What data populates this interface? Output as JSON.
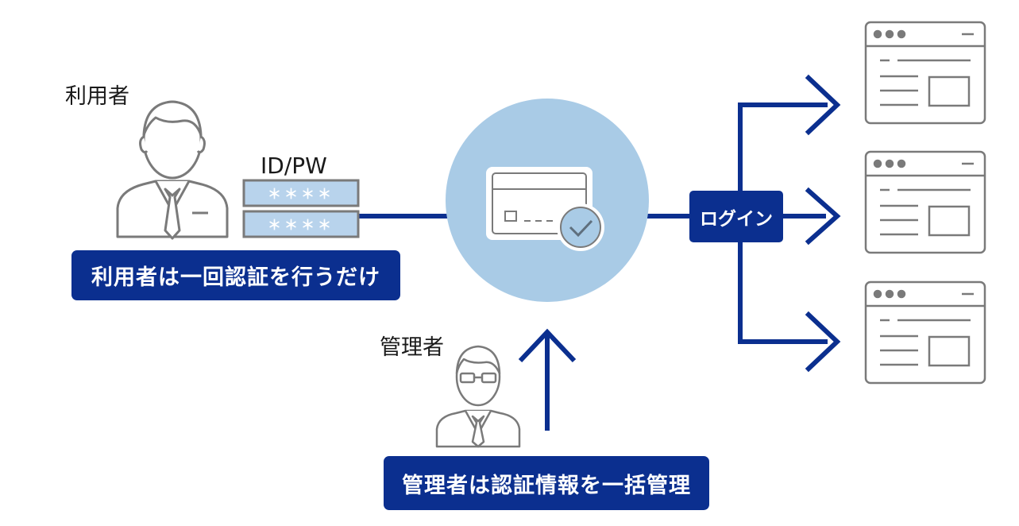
{
  "labels": {
    "user": "利用者",
    "admin": "管理者",
    "credentials": "ID/PW",
    "password_mask_1": "＊＊＊＊",
    "password_mask_2": "＊＊＊＊",
    "login": "ログイン"
  },
  "banners": {
    "user_note": "利用者は一回認証を行うだけ",
    "admin_note": "管理者は認証情報を一括管理"
  },
  "icons": [
    "user-icon",
    "admin-icon",
    "auth-card-icon",
    "check-icon",
    "browser-window-icon"
  ],
  "colors": {
    "navy": "#0b2f8f",
    "circle": "#a9cbe6",
    "icon_stroke": "#7a7a7a",
    "pw_fill": "#b8d3ec"
  }
}
